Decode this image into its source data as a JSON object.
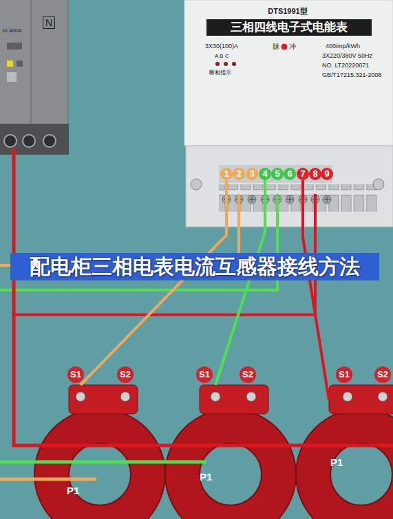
{
  "diagram": {
    "title": "配电柜三相电表电流互感器接线方法",
    "nodes": [
      {
        "text": [
          "In 400A",
          "N"
        ]
      },
      {
        "text": [
          "DTS1991型",
          "三相四线电子式电能表",
          "3X30(100)A",
          "脉",
          "冲",
          "400imp/kWh",
          "A B C",
          "断相指示",
          "3X220/380V 50Hz",
          "NO. LT20220071",
          "GB/T17215.321-2008"
        ]
      },
      {
        "text": [
          "1"
        ],
        "in": 1
      },
      {
        "text": [
          "2"
        ],
        "in": 1
      },
      {
        "text": [
          "3"
        ],
        "in": 1
      },
      {
        "text": [
          "4"
        ],
        "in": 1
      },
      {
        "text": [
          "5"
        ],
        "in": 1
      },
      {
        "text": [
          "6"
        ],
        "in": 1
      },
      {
        "text": [
          "7"
        ],
        "in": 1
      },
      {
        "text": [
          "8"
        ],
        "in": 1
      },
      {
        "text": [
          "9"
        ],
        "in": 1
      },
      {
        "text": [
          "S1",
          "S2",
          "P1"
        ]
      },
      {
        "text": [
          "S1",
          "S2",
          "P1"
        ]
      },
      {
        "text": [
          "S1",
          "S2",
          "P1"
        ]
      }
    ],
    "edges": [
      {
        "from": 2,
        "to": 11,
        "arrow": "none"
      },
      {
        "from": 5,
        "to": 12,
        "arrow": "none"
      },
      {
        "from": 8,
        "to": 13,
        "arrow": "none"
      }
    ]
  }
}
